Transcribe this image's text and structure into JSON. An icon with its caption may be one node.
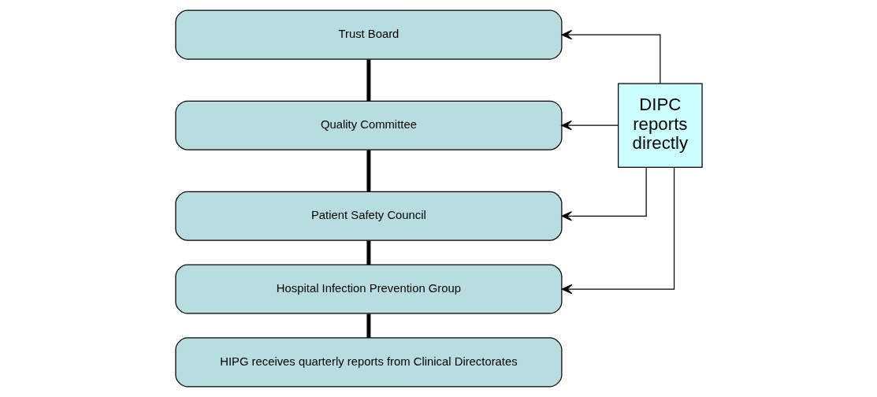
{
  "diagram": {
    "nodes": [
      {
        "text": [
          "Trust Board"
        ]
      },
      {
        "text": [
          "Quality Committee"
        ]
      },
      {
        "text": [
          "Patient Safety Council"
        ]
      },
      {
        "text": [
          "Hospital Infection Prevention Group"
        ]
      },
      {
        "text": [
          "HIPG receives quarterly reports from Clinical Directorates"
        ]
      },
      {
        "text": [
          "DIPC reports directly"
        ]
      }
    ],
    "edges": [
      {
        "from": 0,
        "to": 1,
        "arrow": "none",
        "style": "thick"
      },
      {
        "from": 1,
        "to": 2,
        "arrow": "none",
        "style": "thick"
      },
      {
        "from": 2,
        "to": 3,
        "arrow": "none",
        "style": "thick"
      },
      {
        "from": 3,
        "to": 4,
        "arrow": "none",
        "style": "thick"
      },
      {
        "from": 5,
        "to": 0,
        "arrow": "to"
      },
      {
        "from": 5,
        "to": 1,
        "arrow": "to"
      },
      {
        "from": 5,
        "to": 2,
        "arrow": "to"
      },
      {
        "from": 5,
        "to": 3,
        "arrow": "to"
      }
    ]
  }
}
